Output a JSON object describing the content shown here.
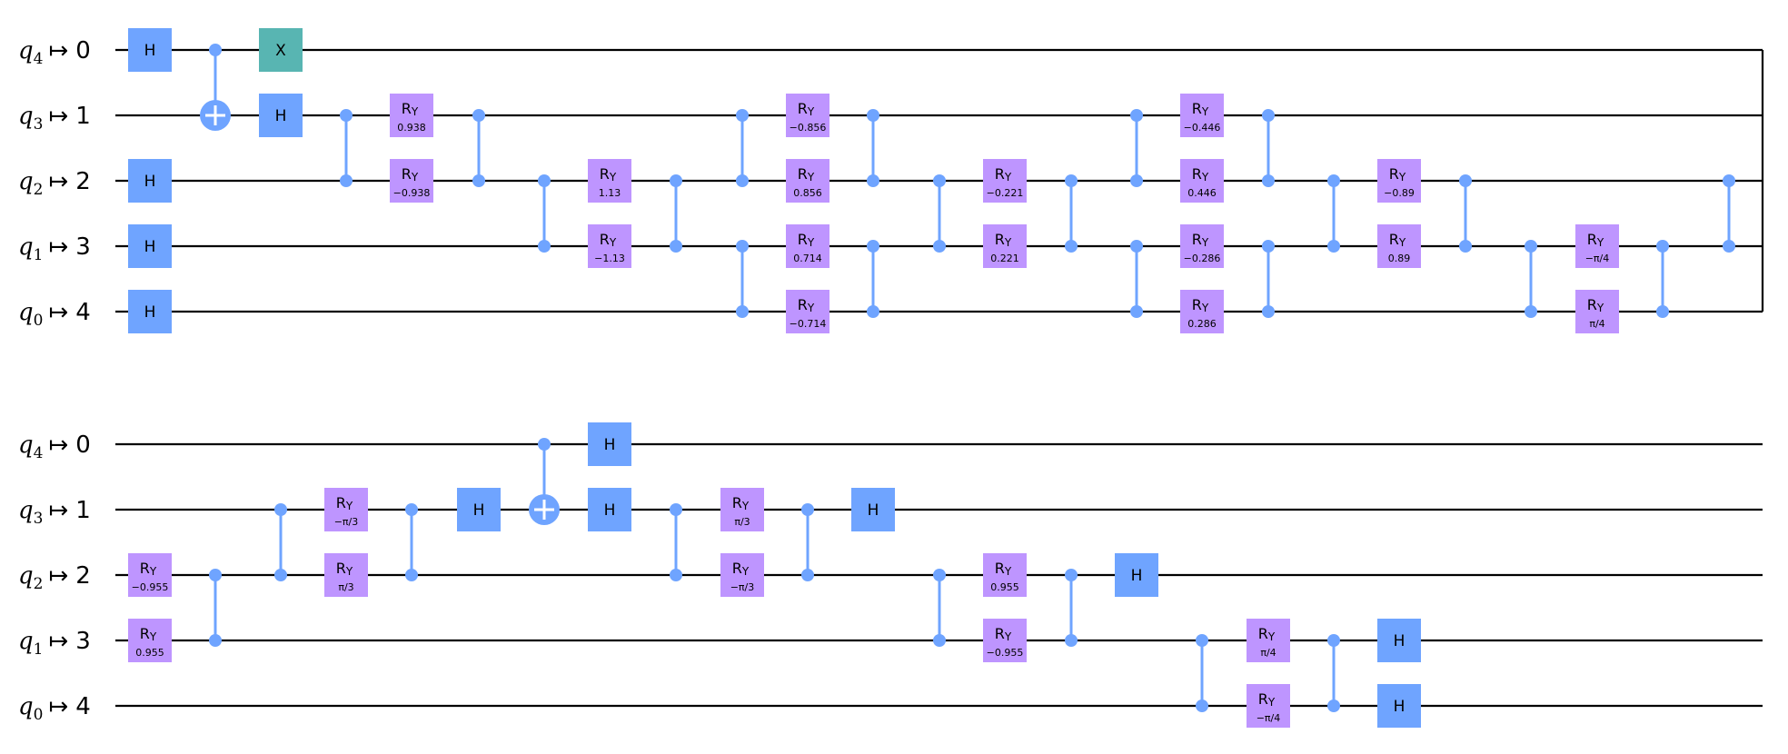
{
  "colors": {
    "wire": "#000000",
    "h_gate": "#6fa4ff",
    "x_gate": "#58b5b2",
    "ry_gate": "#be95ff",
    "control": "#6fa4ff",
    "gate_text": "#000000"
  },
  "circuit": {
    "wire_labels": [
      {
        "qubit": "q",
        "sub": "4",
        "arrow": "↦",
        "index": "0"
      },
      {
        "qubit": "q",
        "sub": "3",
        "arrow": "↦",
        "index": "1"
      },
      {
        "qubit": "q",
        "sub": "2",
        "arrow": "↦",
        "index": "2"
      },
      {
        "qubit": "q",
        "sub": "1",
        "arrow": "↦",
        "index": "3"
      },
      {
        "qubit": "q",
        "sub": "0",
        "arrow": "↦",
        "index": "4"
      }
    ],
    "ry_symbol": "R",
    "ry_subscript": "Y",
    "blocks": [
      {
        "ops": [
          {
            "col": 0,
            "type": "H",
            "wire": 0
          },
          {
            "col": 0,
            "type": "H",
            "wire": 2
          },
          {
            "col": 0,
            "type": "H",
            "wire": 3
          },
          {
            "col": 0,
            "type": "H",
            "wire": 4
          },
          {
            "col": 1,
            "type": "CX",
            "control": 0,
            "target": 1
          },
          {
            "col": 2,
            "type": "X",
            "wire": 0,
            "label": "X"
          },
          {
            "col": 2,
            "type": "H",
            "wire": 1
          },
          {
            "col": 3,
            "type": "CZ",
            "wires": [
              1,
              2
            ]
          },
          {
            "col": 4,
            "type": "RY",
            "wire": 1,
            "param": "0.938"
          },
          {
            "col": 4,
            "type": "RY",
            "wire": 2,
            "param": "−0.938"
          },
          {
            "col": 5,
            "type": "CZ",
            "wires": [
              1,
              2
            ]
          },
          {
            "col": 6,
            "type": "CZ",
            "wires": [
              2,
              3
            ]
          },
          {
            "col": 7,
            "type": "RY",
            "wire": 2,
            "param": "1.13"
          },
          {
            "col": 7,
            "type": "RY",
            "wire": 3,
            "param": "−1.13"
          },
          {
            "col": 8,
            "type": "CZ",
            "wires": [
              2,
              3
            ]
          },
          {
            "col": 9,
            "type": "CZ",
            "wires": [
              1,
              2
            ]
          },
          {
            "col": 9,
            "type": "CZ",
            "wires": [
              3,
              4
            ]
          },
          {
            "col": 10,
            "type": "RY",
            "wire": 1,
            "param": "−0.856"
          },
          {
            "col": 10,
            "type": "RY",
            "wire": 2,
            "param": "0.856"
          },
          {
            "col": 10,
            "type": "RY",
            "wire": 3,
            "param": "0.714"
          },
          {
            "col": 10,
            "type": "RY",
            "wire": 4,
            "param": "−0.714"
          },
          {
            "col": 11,
            "type": "CZ",
            "wires": [
              1,
              2
            ]
          },
          {
            "col": 11,
            "type": "CZ",
            "wires": [
              3,
              4
            ]
          },
          {
            "col": 12,
            "type": "CZ",
            "wires": [
              2,
              3
            ]
          },
          {
            "col": 13,
            "type": "RY",
            "wire": 2,
            "param": "−0.221"
          },
          {
            "col": 13,
            "type": "RY",
            "wire": 3,
            "param": "0.221"
          },
          {
            "col": 14,
            "type": "CZ",
            "wires": [
              2,
              3
            ]
          },
          {
            "col": 15,
            "type": "CZ",
            "wires": [
              1,
              2
            ]
          },
          {
            "col": 15,
            "type": "CZ",
            "wires": [
              3,
              4
            ]
          },
          {
            "col": 16,
            "type": "RY",
            "wire": 1,
            "param": "−0.446"
          },
          {
            "col": 16,
            "type": "RY",
            "wire": 2,
            "param": "0.446"
          },
          {
            "col": 16,
            "type": "RY",
            "wire": 3,
            "param": "−0.286"
          },
          {
            "col": 16,
            "type": "RY",
            "wire": 4,
            "param": "0.286"
          },
          {
            "col": 17,
            "type": "CZ",
            "wires": [
              1,
              2
            ]
          },
          {
            "col": 17,
            "type": "CZ",
            "wires": [
              3,
              4
            ]
          },
          {
            "col": 18,
            "type": "CZ",
            "wires": [
              2,
              3
            ]
          },
          {
            "col": 19,
            "type": "RY",
            "wire": 2,
            "param": "−0.89"
          },
          {
            "col": 19,
            "type": "RY",
            "wire": 3,
            "param": "0.89"
          },
          {
            "col": 20,
            "type": "CZ",
            "wires": [
              2,
              3
            ]
          },
          {
            "col": 21,
            "type": "CZ",
            "wires": [
              3,
              4
            ]
          },
          {
            "col": 22,
            "type": "RY",
            "wire": 3,
            "param": "−π/4"
          },
          {
            "col": 22,
            "type": "RY",
            "wire": 4,
            "param": "π/4"
          },
          {
            "col": 23,
            "type": "CZ",
            "wires": [
              3,
              4
            ]
          },
          {
            "col": 24,
            "type": "CZ",
            "wires": [
              2,
              3
            ]
          }
        ]
      },
      {
        "ops": [
          {
            "col": 0,
            "type": "RY",
            "wire": 2,
            "param": "−0.955"
          },
          {
            "col": 0,
            "type": "RY",
            "wire": 3,
            "param": "0.955"
          },
          {
            "col": 1,
            "type": "CZ",
            "wires": [
              2,
              3
            ]
          },
          {
            "col": 2,
            "type": "CZ",
            "wires": [
              1,
              2
            ]
          },
          {
            "col": 3,
            "type": "RY",
            "wire": 1,
            "param": "−π/3"
          },
          {
            "col": 3,
            "type": "RY",
            "wire": 2,
            "param": "π/3"
          },
          {
            "col": 4,
            "type": "CZ",
            "wires": [
              1,
              2
            ]
          },
          {
            "col": 5,
            "type": "H",
            "wire": 1
          },
          {
            "col": 6,
            "type": "CX",
            "control": 0,
            "target": 1
          },
          {
            "col": 7,
            "type": "H",
            "wire": 0
          },
          {
            "col": 7,
            "type": "H",
            "wire": 1
          },
          {
            "col": 8,
            "type": "CZ",
            "wires": [
              1,
              2
            ]
          },
          {
            "col": 9,
            "type": "RY",
            "wire": 1,
            "param": "π/3"
          },
          {
            "col": 9,
            "type": "RY",
            "wire": 2,
            "param": "−π/3"
          },
          {
            "col": 10,
            "type": "CZ",
            "wires": [
              1,
              2
            ]
          },
          {
            "col": 11,
            "type": "H",
            "wire": 1
          },
          {
            "col": 12,
            "type": "CZ",
            "wires": [
              2,
              3
            ]
          },
          {
            "col": 13,
            "type": "RY",
            "wire": 2,
            "param": "0.955"
          },
          {
            "col": 13,
            "type": "RY",
            "wire": 3,
            "param": "−0.955"
          },
          {
            "col": 14,
            "type": "CZ",
            "wires": [
              2,
              3
            ]
          },
          {
            "col": 15,
            "type": "H",
            "wire": 2
          },
          {
            "col": 16,
            "type": "CZ",
            "wires": [
              3,
              4
            ]
          },
          {
            "col": 17,
            "type": "RY",
            "wire": 3,
            "param": "π/4"
          },
          {
            "col": 17,
            "type": "RY",
            "wire": 4,
            "param": "−π/4"
          },
          {
            "col": 18,
            "type": "CZ",
            "wires": [
              3,
              4
            ]
          },
          {
            "col": 19,
            "type": "H",
            "wire": 3
          },
          {
            "col": 19,
            "type": "H",
            "wire": 4
          }
        ]
      }
    ]
  }
}
